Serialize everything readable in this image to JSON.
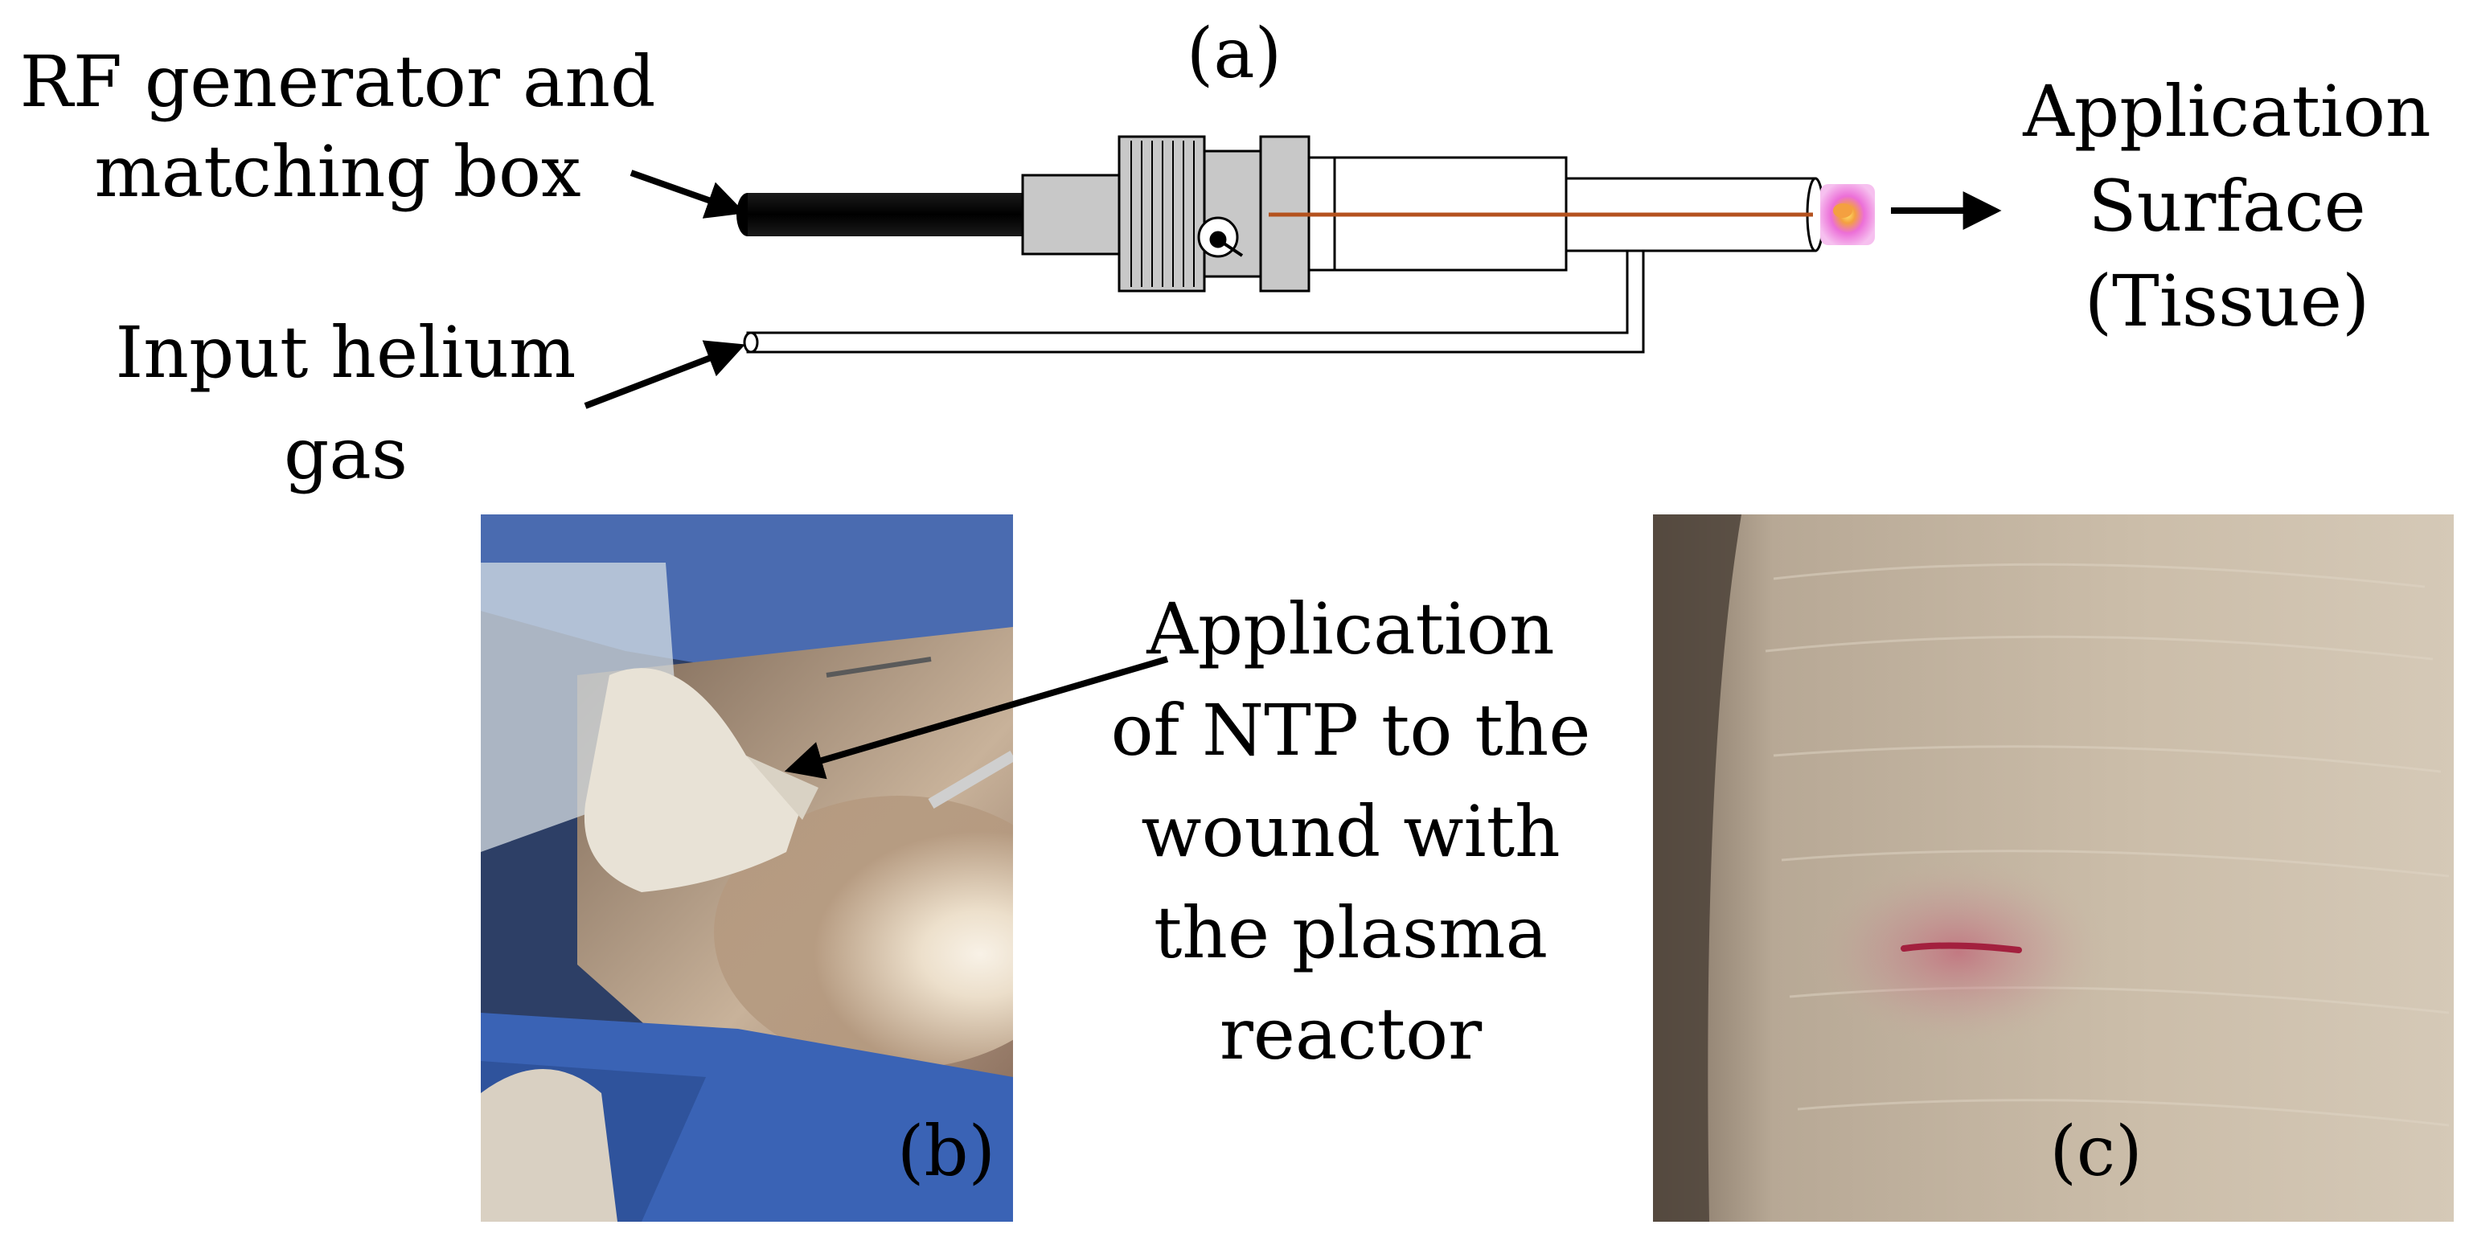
{
  "diagram": {
    "panel_a_label": "(a)",
    "rf_label_line1": "RF generator and",
    "rf_label_line2": "matching box",
    "helium_label_line1": "Input helium",
    "helium_label_line2": "gas",
    "surface_label_line1": "Application",
    "surface_label_line2": "Surface",
    "surface_label_line3": "(Tissue)"
  },
  "photos": {
    "panel_b_label": "(b)",
    "panel_c_label": "(c)",
    "callout_line1": "Application",
    "callout_line2": "of NTP to the",
    "callout_line3": "wound with",
    "callout_line4": "the plasma",
    "callout_line5": "reactor"
  },
  "colors": {
    "electrode": "#b4521e",
    "connector_fill": "#c8c8c8",
    "plasma_outer": "#e58ae0",
    "plasma_core": "#f4a040",
    "drape_blue": "#3a63b5",
    "skin_tone": "#c7b49f",
    "wound_red": "#a3203e"
  }
}
